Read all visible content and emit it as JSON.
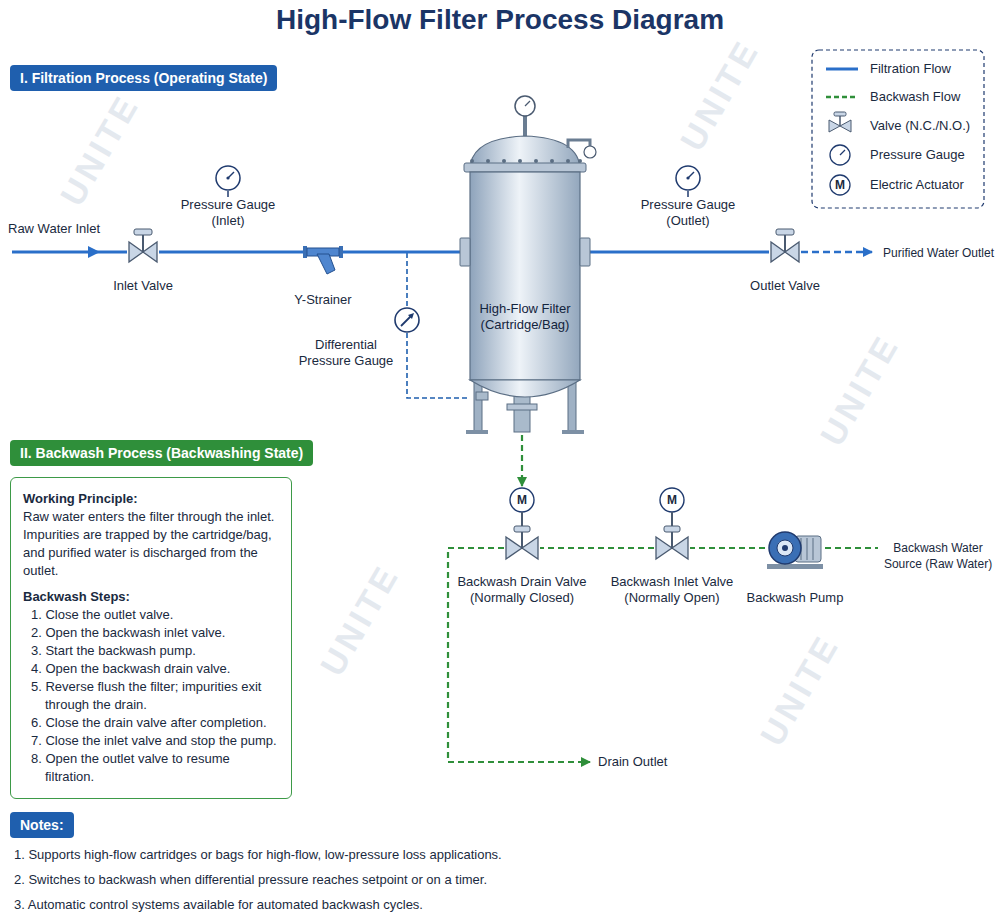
{
  "diagram": {
    "title": "High-Flow Filter Process Diagram",
    "nodes": [
      {
        "text": [
          "I. Filtration Process (Operating State)"
        ]
      },
      {
        "text": [
          "Pressure Gauge (Inlet)"
        ]
      },
      {
        "text": [
          "Inlet Valve"
        ]
      },
      {
        "text": [
          "Y-Strainer"
        ]
      },
      {
        "text": [
          "Differential Pressure Gauge"
        ]
      },
      {
        "text": [
          "High-Flow Filter (Cartridge/Bag)"
        ]
      },
      {
        "text": [
          "Pressure Gauge (Outlet)"
        ]
      },
      {
        "text": [
          "Outlet Valve"
        ]
      },
      {
        "text": [
          "II. Backwash Process (Backwashing State)"
        ]
      },
      {
        "text": [
          "Working Principle:",
          "Raw water enters the filter through the inlet. Impurities are trapped by the cartridge/bag, and purified water is discharged from the outlet.",
          "Backwash Steps:",
          "1. Close the outlet valve.",
          "2. Open the backwash inlet valve.",
          "3. Start the backwash pump.",
          "4. Open the backwash drain valve.",
          "5. Reverse flush the filter; impurities exit through the drain.",
          "6. Close the drain valve after completion.",
          "7. Close the inlet valve and stop the pump.",
          "8. Open the outlet valve to resume filtration."
        ]
      },
      {
        "text": [
          "Backwash Drain Valve (Normally Closed)"
        ]
      },
      {
        "text": [
          "Backwash Inlet Valve (Normally Open)"
        ]
      },
      {
        "text": [
          "Backwash Pump"
        ]
      },
      {
        "text": [
          "Notes:"
        ]
      }
    ],
    "edges": [
      {
        "from": 2,
        "to": 3,
        "arrow": "none"
      },
      {
        "from": 3,
        "to": 5,
        "arrow": "none"
      },
      {
        "from": 5,
        "to": 7,
        "arrow": "none"
      },
      {
        "from": 4,
        "to": 5,
        "arrow": "none"
      },
      {
        "from": 5,
        "to": 10,
        "arrow": "to"
      },
      {
        "from": 12,
        "to": 11,
        "arrow": "none"
      },
      {
        "from": 11,
        "to": 10,
        "arrow": "none"
      }
    ],
    "labels": [
      "Raw Water Inlet",
      "Purified Water Outlet",
      "Backwash Water Source (Raw Water)",
      "Drain Outlet",
      "M",
      "M",
      "M",
      "1. Supports high-flow cartridges or bags for high-flow, low-pressure loss applications.",
      "2. Switches to backwash when differential pressure reaches setpoint or on a timer.",
      "3. Automatic control systems available for automated backwash cycles.",
      "UNITE",
      "UNITE",
      "UNITE",
      "UNITE",
      "UNITE"
    ],
    "legend": [
      {
        "text": "Filtration Flow"
      },
      {
        "text": "Backwash Flow"
      },
      {
        "text": "Valve (N.C./N.O.)"
      },
      {
        "text": "Pressure Gauge"
      },
      {
        "text": "Electric Actuator"
      }
    ]
  }
}
